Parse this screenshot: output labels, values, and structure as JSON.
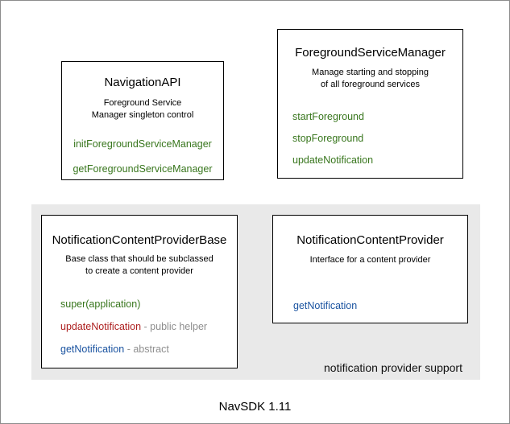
{
  "diagram": {
    "footer": "NavSDK 1.11",
    "panel_label": "notification provider support"
  },
  "colors": {
    "method-green": "#38761d",
    "method-red": "#ad1f1f",
    "method-blue": "#1a53a0",
    "suffix-gray": "#8e8e8e",
    "panel-bg": "#e9e9e9",
    "box-border": "#000000",
    "outer-border": "#8c8c8c"
  },
  "boxes": {
    "navigation_api": {
      "title": "NavigationAPI",
      "description_lines": [
        "Foreground Service",
        "Manager singleton control"
      ],
      "methods": [
        {
          "label": "initForegroundServiceManager",
          "color": "green"
        },
        {
          "label": "getForegroundServiceManager",
          "color": "green"
        }
      ]
    },
    "foreground_service_manager": {
      "title": "ForegroundServiceManager",
      "description_lines": [
        "Manage starting and stopping",
        "of all foreground services"
      ],
      "methods": [
        {
          "label": "startForeground",
          "color": "green"
        },
        {
          "label": "stopForeground",
          "color": "green"
        },
        {
          "label": "updateNotification",
          "color": "green"
        }
      ]
    },
    "notification_content_provider_base": {
      "title": "NotificationContentProviderBase",
      "description_lines": [
        "Base class that should be subclassed",
        "to create a content provider"
      ],
      "methods": [
        {
          "label": "super(application)",
          "color": "green",
          "suffix": ""
        },
        {
          "label": "updateNotification",
          "color": "red",
          "suffix": " - public helper"
        },
        {
          "label": "getNotification",
          "color": "blue",
          "suffix": " - abstract"
        }
      ]
    },
    "notification_content_provider": {
      "title": "NotificationContentProvider",
      "description_lines": [
        "Interface for a content provider"
      ],
      "methods": [
        {
          "label": "getNotification",
          "color": "blue"
        }
      ]
    }
  }
}
